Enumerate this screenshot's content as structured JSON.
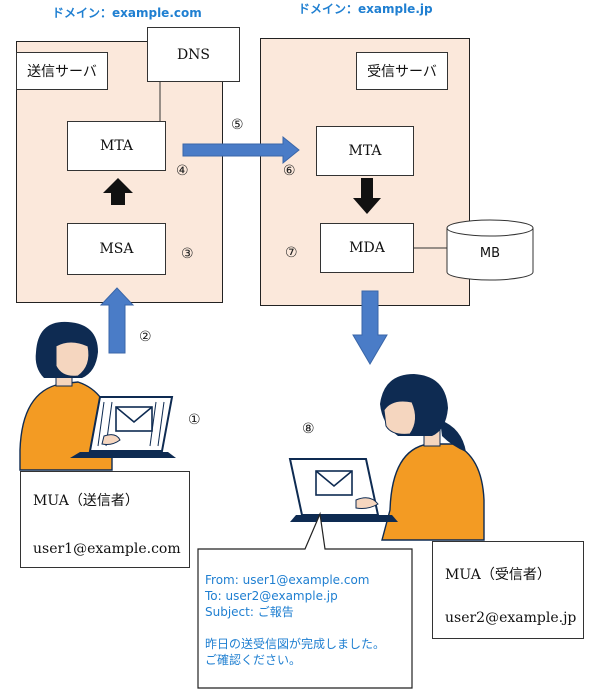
{
  "sender": {
    "domain_label": "ドメイン：example.com",
    "server_label": "送信サーバ",
    "dns_label": "DNS",
    "mta_label": "MTA",
    "msa_label": "MSA",
    "mua_title": "MUA（送信者）",
    "mua_address": "user1@example.com"
  },
  "receiver": {
    "domain_label": "ドメイン：example.jp",
    "server_label": "受信サーバ",
    "mta_label": "MTA",
    "mda_label": "MDA",
    "mailbox_label": "MB",
    "mua_title": "MUA（受信者）",
    "mua_address": "user2@example.jp"
  },
  "steps": {
    "s1": "①",
    "s2": "②",
    "s3": "③",
    "s4": "④",
    "s5": "⑤",
    "s6": "⑥",
    "s7": "⑦",
    "s8": "⑧"
  },
  "mail": {
    "from": "From: user1@example.com",
    "to": "To: user2@example.jp",
    "subject": "Subject: ご報告",
    "body_line1": "昨日の送受信図が完成しました。",
    "body_line2": "ご確認ください。"
  },
  "colors": {
    "server_fill": "#fbe8db",
    "arrow_blue": "#4a7cc7",
    "domain_text": "#1f7fd1",
    "sweater": "#f39b23",
    "hair": "#0e2b52"
  }
}
